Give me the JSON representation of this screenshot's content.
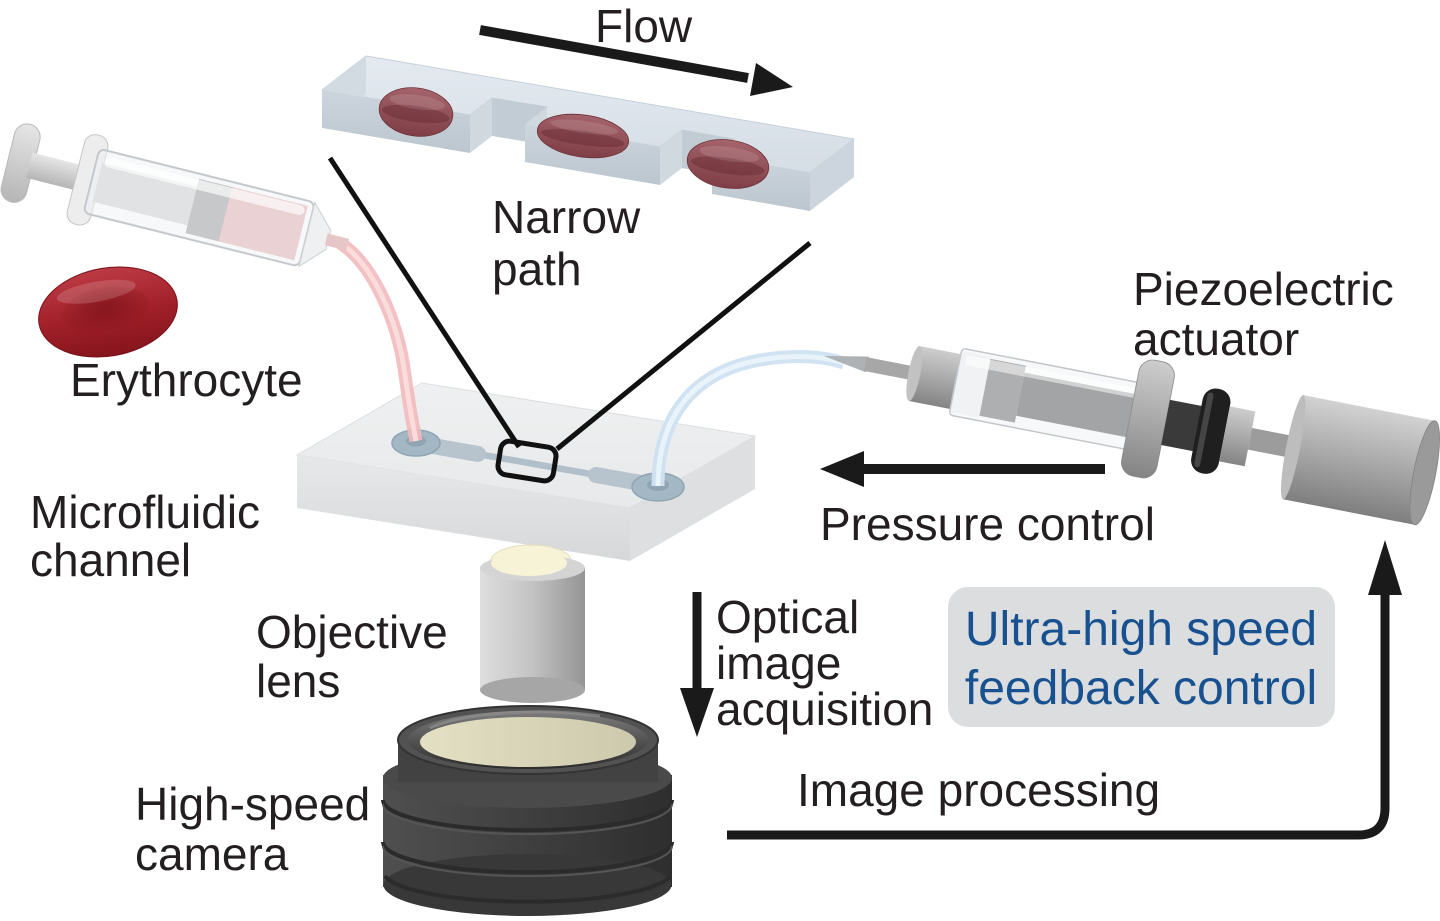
{
  "figure": {
    "type": "schematic-diagram",
    "subject": "Microfluidic erythrocyte deformability measurement system with ultra-high speed feedback control",
    "background": "#ffffff",
    "labels": {
      "flow": "Flow",
      "narrow_path": [
        "Narrow",
        "path"
      ],
      "erythrocyte": "Erythrocyte",
      "microfluidic_channel": [
        "Microfluidic",
        "channel"
      ],
      "piezoelectric_actuator": [
        "Piezoelectric",
        "actuator"
      ],
      "pressure_control": "Pressure control",
      "objective_lens": [
        "Objective",
        "lens"
      ],
      "optical_image_acquisition": [
        "Optical",
        "image",
        "acquisition"
      ],
      "feedback_control_box": [
        "Ultra-high speed",
        "feedback control"
      ],
      "image_processing": "Image processing",
      "high_speed_camera": [
        "High-speed",
        "camera"
      ]
    },
    "colors": {
      "label_text": "#231f20",
      "arrow_black": "#1a1a1a",
      "feedback_box_bg": "#dcdddf",
      "feedback_box_text": "#17518f",
      "erythrocyte_red": "#a01f28",
      "rbc_in_channel": "#9a555c",
      "red_tube": "#f2b9bd",
      "blue_tube": "#cfe2f1",
      "chip_body": "#ebedee",
      "channel_groove": "#b0bfca",
      "narrow_path_block": "#dde4ea",
      "camera_body": "#3d3d3d",
      "lens_face_cream": "#dcd8ba",
      "metal_gray": "#a8a8a8"
    }
  }
}
